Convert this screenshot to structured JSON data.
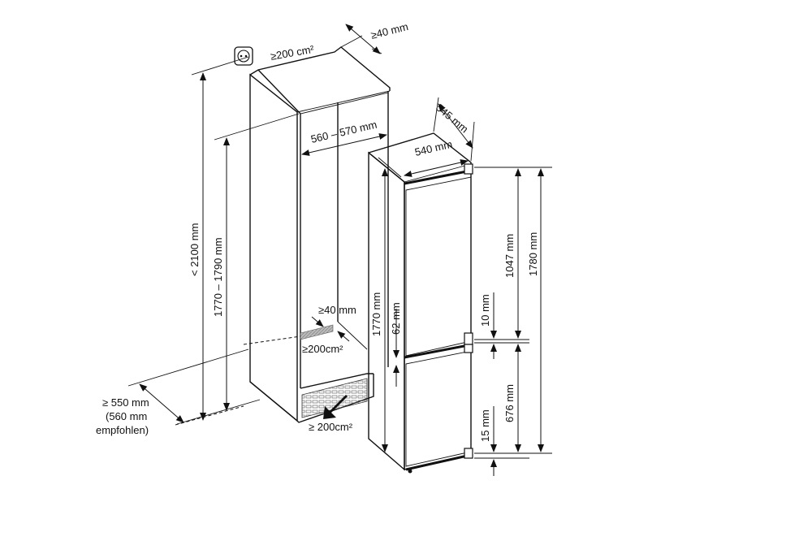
{
  "labels": {
    "top_vent_area": "≥200 cm²",
    "top_clearance": "≥40 mm",
    "niche_width": "560 – 570 mm",
    "niche_height_max": "< 2100 mm",
    "niche_height": "1770 – 1790 mm",
    "rear_vent_gap": "≥40 mm",
    "rear_vent_area": "≥200cm²",
    "bottom_vent_area": "≥ 200cm²",
    "depth_line1": "≥ 550 mm",
    "depth_line2": "(560 mm",
    "depth_line3": "empfohlen)",
    "appliance_depth": "545 mm",
    "appliance_width": "540 mm",
    "appliance_height_side": "1770 mm",
    "gap_62": "62 mm",
    "upper_door": "1047 mm",
    "total_height": "1780 mm",
    "gap_10": "10 mm",
    "lower_door": "676 mm",
    "gap_15": "15 mm"
  },
  "icons": {
    "socket": "power-socket-icon"
  }
}
